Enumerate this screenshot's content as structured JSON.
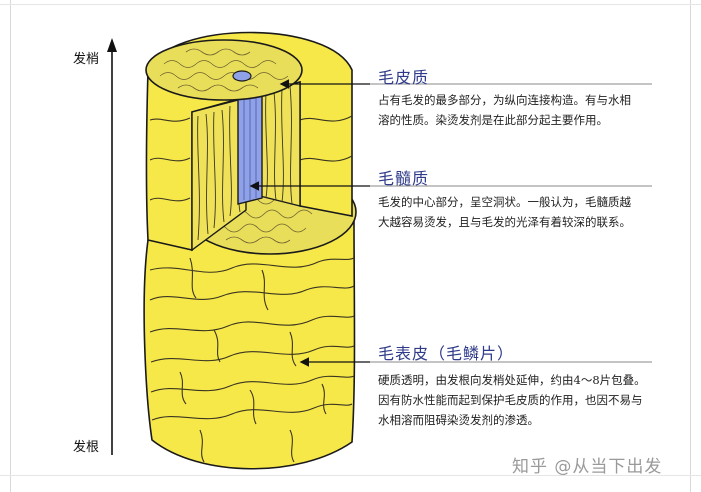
{
  "axis": {
    "top_label": "发梢",
    "bottom_label": "发根"
  },
  "layers": [
    {
      "title": "毛皮质",
      "description": "占有毛发的最多部分，为纵向连接构造。有与水相溶的性质。染烫发剂是在此部分起主要作用。"
    },
    {
      "title": "毛髓质",
      "description": "毛发的中心部分，呈空洞状。一般认为，毛髓质越大越容易烫发，且与毛发的光泽有着较深的联系。"
    },
    {
      "title": "毛表皮（毛鳞片）",
      "description": "硬质透明，由发根向发梢处延伸，约由4～8片包叠。因有防水性能而起到保护毛皮质的作用，也因不易与水相溶而阻碍染烫发剂的渗透。"
    }
  ],
  "watermark": "知乎 @从当下出发",
  "colors": {
    "cuticle": "#f7e84a",
    "cortex": "#e9de5a",
    "medulla": "#8fa2e8",
    "outline": "#1a1a1a",
    "title": "#2f3b8a"
  }
}
